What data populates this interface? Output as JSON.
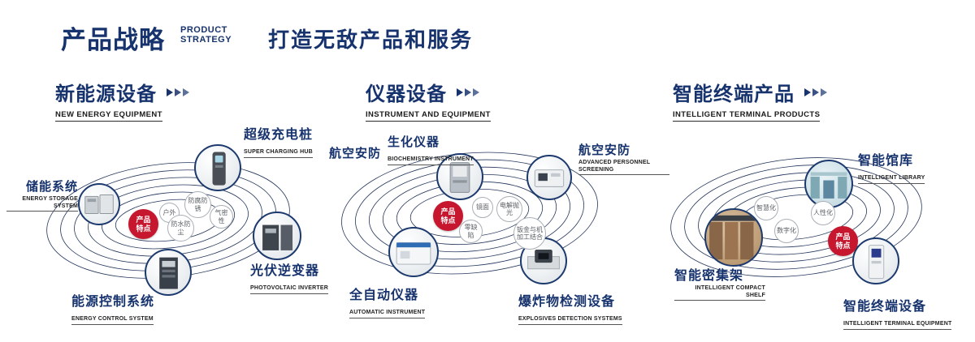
{
  "colors": {
    "navy": "#17336d",
    "red": "#c6172f",
    "orbit": "#24365c"
  },
  "header": {
    "title_cn": "产品战略",
    "title_en_top": "PRODUCT",
    "title_en_bottom": "STRATEGY",
    "slogan": "打造无敌产品和服务"
  },
  "sections": [
    {
      "title": "新能源设备",
      "subtitle": "NEW ENERGY EQUIPMENT",
      "badge": "产品特点",
      "features": [
        "户外",
        "防腐防锈",
        "气密性",
        "防水防尘"
      ],
      "products": [
        {
          "name_cn": "储能系统",
          "name_en": "ENERGY STORAGE SYSTEM"
        },
        {
          "name_cn": "超级充电桩",
          "name_en": "SUPER CHARGING HUB"
        },
        {
          "name_cn": "光伏逆变器",
          "name_en": "PHOTOVOLTAIC INVERTER"
        },
        {
          "name_cn": "能源控制系统",
          "name_en": "ENERGY CONTROL SYSTEM"
        }
      ]
    },
    {
      "title": "仪器设备",
      "subtitle": "INSTRUMENT AND EQUIPMENT",
      "badge": "产品特点",
      "side_label": "航空安防",
      "features": [
        "镜面",
        "电解抛光",
        "零缺陷",
        "钣金与机加工结合"
      ],
      "products": [
        {
          "name_cn": "生化仪器",
          "name_en": "BIOCHEMISTRY INSTRUMENT"
        },
        {
          "name_cn": "航空安防",
          "name_en": "ADVANCED PERSONNEL SCREENING"
        },
        {
          "name_cn": "全自动仪器",
          "name_en": "AUTOMATIC INSTRUMENT"
        },
        {
          "name_cn": "爆炸物检测设备",
          "name_en": "EXPLOSIVES DETECTION SYSTEMS"
        }
      ]
    },
    {
      "title": "智能终端产品",
      "subtitle": "INTELLIGENT TERMINAL PRODUCTS",
      "badge": "产品特点",
      "features": [
        "智慧化",
        "人性化",
        "数字化"
      ],
      "products": [
        {
          "name_cn": "智能馆库",
          "name_en": "INTELLIGENT LIBRARY"
        },
        {
          "name_cn": "智能密集架",
          "name_en": "INTELLIGENT COMPACT SHELF"
        },
        {
          "name_cn": "智能终端设备",
          "name_en": "INTELLIGENT TERMINAL EQUIPMENT"
        }
      ]
    }
  ]
}
